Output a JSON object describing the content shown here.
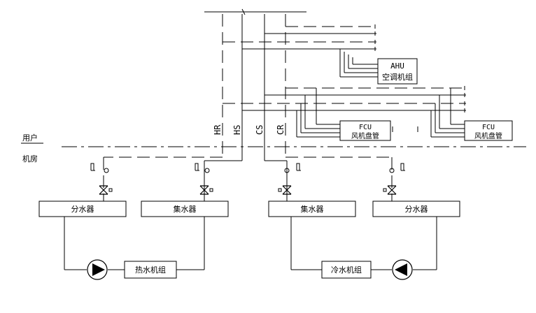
{
  "zones": {
    "user_side": "用户",
    "plant_side": "机房"
  },
  "pipes": {
    "hr": "HR",
    "hs": "HS",
    "cs": "CS",
    "cr": "CR"
  },
  "equipment": {
    "ahu_code": "AHU",
    "ahu_name": "空调机组",
    "fcu1_code": "FCU",
    "fcu1_name": "风机盘管",
    "fcu2_code": "FCU",
    "fcu2_name": "风机盘管",
    "heat_distributor": "分水器",
    "heat_collector": "集水器",
    "cold_collector": "集水器",
    "cold_distributor": "分水器",
    "hot_water_unit": "热水机组",
    "chilled_water_unit": "冷水机组"
  },
  "icons": {
    "pump": "pump-icon",
    "valve": "valve-icon",
    "gauge": "gauge-icon"
  }
}
